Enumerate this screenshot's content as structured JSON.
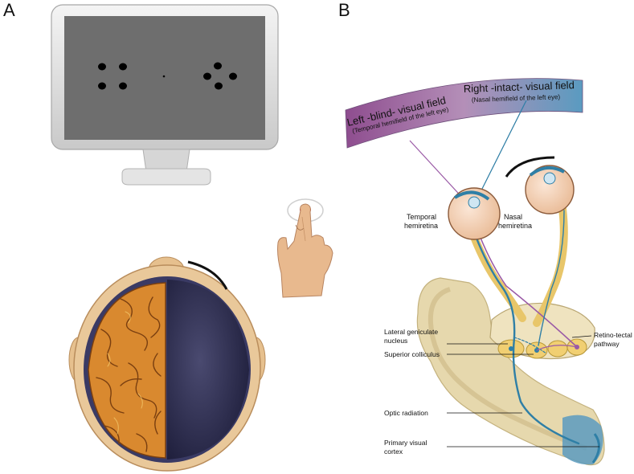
{
  "panels": {
    "a": "A",
    "b": "B"
  },
  "visual_field": {
    "left_title": "Left -blind- visual field",
    "left_sub": "(Temporal hemifield of the left eye)",
    "right_title": "Right -intact- visual field",
    "right_sub": "(Nasal hemifield of the left eye)"
  },
  "retina": {
    "temporal_1": "Temporal",
    "temporal_2": "hemiretina",
    "nasal_1": "Nasal",
    "nasal_2": "hemiretina"
  },
  "structures": {
    "lgn_1": "Lateral geniculate",
    "lgn_2": "nucleus",
    "sc": "Superior colliculus",
    "rt_1": "Retino-tectal",
    "rt_2": "pathway",
    "optic_radiation": "Optic radiation",
    "v1_1": "Primary visual",
    "v1_2": "cortex"
  },
  "colors": {
    "field_left": "#8e4d8f",
    "field_right": "#5a9bc0",
    "brain_tan": "#e6d8ad",
    "pathway_blue": "#2f7fa6",
    "pathway_purple": "#9a5aa6",
    "pathway_yellow": "#e8c66a"
  }
}
